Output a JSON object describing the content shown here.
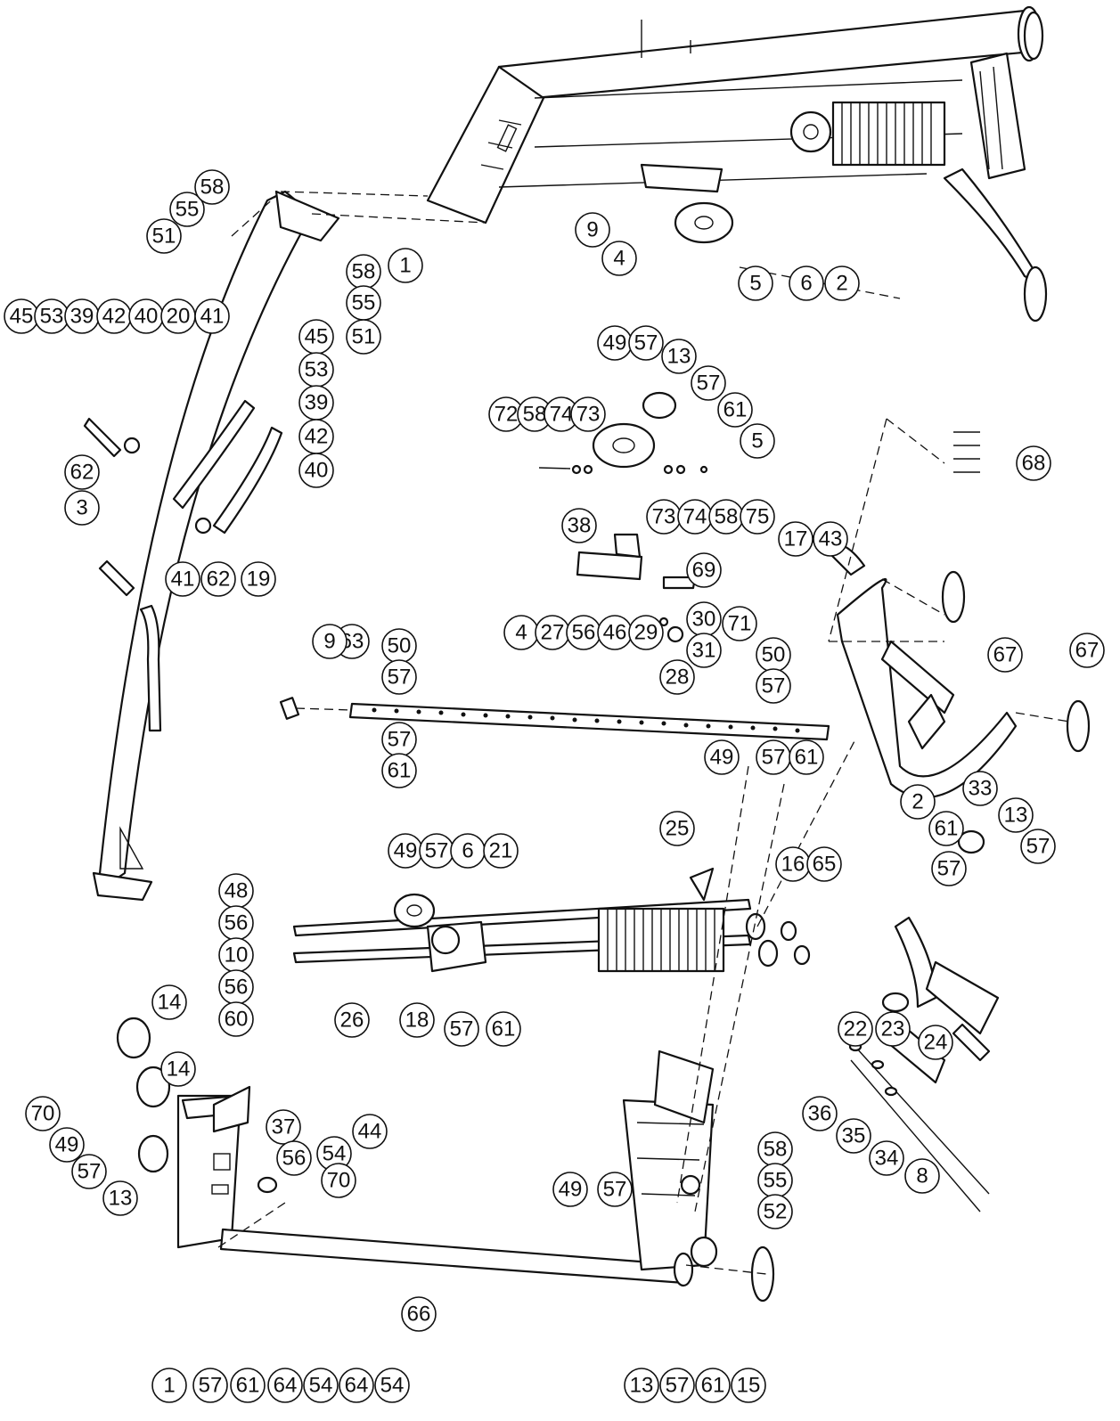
{
  "labels": [
    {
      "id": "l1",
      "text": "45"
    },
    {
      "id": "l2",
      "text": "53"
    },
    {
      "id": "l3",
      "text": "39"
    },
    {
      "id": "l4",
      "text": "42"
    },
    {
      "id": "l5",
      "text": "40"
    },
    {
      "id": "l6",
      "text": "20"
    },
    {
      "id": "l7",
      "text": "41"
    },
    {
      "id": "l8",
      "text": "51"
    },
    {
      "id": "l9",
      "text": "55"
    },
    {
      "id": "l10",
      "text": "58"
    },
    {
      "id": "l11",
      "text": "58"
    },
    {
      "id": "l12",
      "text": "55"
    },
    {
      "id": "l13",
      "text": "51"
    },
    {
      "id": "l14",
      "text": "45"
    },
    {
      "id": "l15",
      "text": "53"
    },
    {
      "id": "l16",
      "text": "39"
    },
    {
      "id": "l17",
      "text": "42"
    },
    {
      "id": "l18",
      "text": "40"
    },
    {
      "id": "l19",
      "text": "62"
    },
    {
      "id": "l20",
      "text": "3"
    },
    {
      "id": "l21",
      "text": "41"
    },
    {
      "id": "l22",
      "text": "62"
    },
    {
      "id": "l23",
      "text": "19"
    },
    {
      "id": "l24",
      "text": "1"
    },
    {
      "id": "l25",
      "text": "9"
    },
    {
      "id": "l26",
      "text": "4"
    },
    {
      "id": "l27",
      "text": "5"
    },
    {
      "id": "l28",
      "text": "6"
    },
    {
      "id": "l29",
      "text": "2"
    },
    {
      "id": "l30",
      "text": "72"
    },
    {
      "id": "l31",
      "text": "58"
    },
    {
      "id": "l32",
      "text": "74"
    },
    {
      "id": "l33",
      "text": "73"
    },
    {
      "id": "l34",
      "text": "49"
    },
    {
      "id": "l35",
      "text": "57"
    },
    {
      "id": "l36",
      "text": "13"
    },
    {
      "id": "l37",
      "text": "57"
    },
    {
      "id": "l38",
      "text": "61"
    },
    {
      "id": "l39",
      "text": "5"
    },
    {
      "id": "l40",
      "text": "73"
    },
    {
      "id": "l41",
      "text": "74"
    },
    {
      "id": "l42",
      "text": "58"
    },
    {
      "id": "l43",
      "text": "75"
    },
    {
      "id": "l44",
      "text": "38"
    },
    {
      "id": "l45",
      "text": "69"
    },
    {
      "id": "l46",
      "text": "4"
    },
    {
      "id": "l47",
      "text": "27"
    },
    {
      "id": "l48",
      "text": "56"
    },
    {
      "id": "l49",
      "text": "46"
    },
    {
      "id": "l50",
      "text": "29"
    },
    {
      "id": "l51",
      "text": "30"
    },
    {
      "id": "l52",
      "text": "31"
    },
    {
      "id": "l53",
      "text": "28"
    },
    {
      "id": "l54",
      "text": "71"
    },
    {
      "id": "l55",
      "text": "17"
    },
    {
      "id": "l56",
      "text": "43"
    },
    {
      "id": "l57",
      "text": "68"
    },
    {
      "id": "l58",
      "text": "67"
    },
    {
      "id": "l59",
      "text": "67"
    },
    {
      "id": "l60",
      "text": "63"
    },
    {
      "id": "l61",
      "text": "9"
    },
    {
      "id": "l62",
      "text": "50"
    },
    {
      "id": "l63",
      "text": "57"
    },
    {
      "id": "l64",
      "text": "57"
    },
    {
      "id": "l65",
      "text": "61"
    },
    {
      "id": "l66",
      "text": "50"
    },
    {
      "id": "l67",
      "text": "57"
    },
    {
      "id": "l68",
      "text": "49"
    },
    {
      "id": "l69",
      "text": "57"
    },
    {
      "id": "l70",
      "text": "61"
    },
    {
      "id": "l71",
      "text": "2"
    },
    {
      "id": "l72",
      "text": "61"
    },
    {
      "id": "l73",
      "text": "33"
    },
    {
      "id": "l74",
      "text": "57"
    },
    {
      "id": "l75",
      "text": "13"
    },
    {
      "id": "l76",
      "text": "57"
    },
    {
      "id": "l77",
      "text": "49"
    },
    {
      "id": "l78",
      "text": "57"
    },
    {
      "id": "l79",
      "text": "6"
    },
    {
      "id": "l80",
      "text": "21"
    },
    {
      "id": "l81",
      "text": "25"
    },
    {
      "id": "l82",
      "text": "16"
    },
    {
      "id": "l83",
      "text": "65"
    },
    {
      "id": "l84",
      "text": "48"
    },
    {
      "id": "l85",
      "text": "56"
    },
    {
      "id": "l86",
      "text": "10"
    },
    {
      "id": "l87",
      "text": "56"
    },
    {
      "id": "l88",
      "text": "60"
    },
    {
      "id": "l89",
      "text": "26"
    },
    {
      "id": "l90",
      "text": "18"
    },
    {
      "id": "l91",
      "text": "57"
    },
    {
      "id": "l92",
      "text": "61"
    },
    {
      "id": "l93",
      "text": "24"
    },
    {
      "id": "l94",
      "text": "23"
    },
    {
      "id": "l95",
      "text": "22"
    },
    {
      "id": "l96",
      "text": "36"
    },
    {
      "id": "l97",
      "text": "35"
    },
    {
      "id": "l98",
      "text": "34"
    },
    {
      "id": "l99",
      "text": "8"
    },
    {
      "id": "l100",
      "text": "14"
    },
    {
      "id": "l101",
      "text": "14"
    },
    {
      "id": "l102",
      "text": "70"
    },
    {
      "id": "l103",
      "text": "49"
    },
    {
      "id": "l104",
      "text": "57"
    },
    {
      "id": "l105",
      "text": "13"
    },
    {
      "id": "l106",
      "text": "37"
    },
    {
      "id": "l107",
      "text": "56"
    },
    {
      "id": "l108",
      "text": "54"
    },
    {
      "id": "l109",
      "text": "44"
    },
    {
      "id": "l110",
      "text": "70"
    },
    {
      "id": "l111",
      "text": "49"
    },
    {
      "id": "l112",
      "text": "57"
    },
    {
      "id": "l113",
      "text": "58"
    },
    {
      "id": "l114",
      "text": "55"
    },
    {
      "id": "l115",
      "text": "52"
    },
    {
      "id": "l116",
      "text": "1"
    },
    {
      "id": "l117",
      "text": "57"
    },
    {
      "id": "l118",
      "text": "61"
    },
    {
      "id": "l119",
      "text": "64"
    },
    {
      "id": "l120",
      "text": "54"
    },
    {
      "id": "l121",
      "text": "64"
    },
    {
      "id": "l122",
      "text": "54"
    },
    {
      "id": "l123",
      "text": "66"
    },
    {
      "id": "l124",
      "text": "13"
    },
    {
      "id": "l125",
      "text": "57"
    },
    {
      "id": "l126",
      "text": "61"
    },
    {
      "id": "l127",
      "text": "15"
    }
  ]
}
